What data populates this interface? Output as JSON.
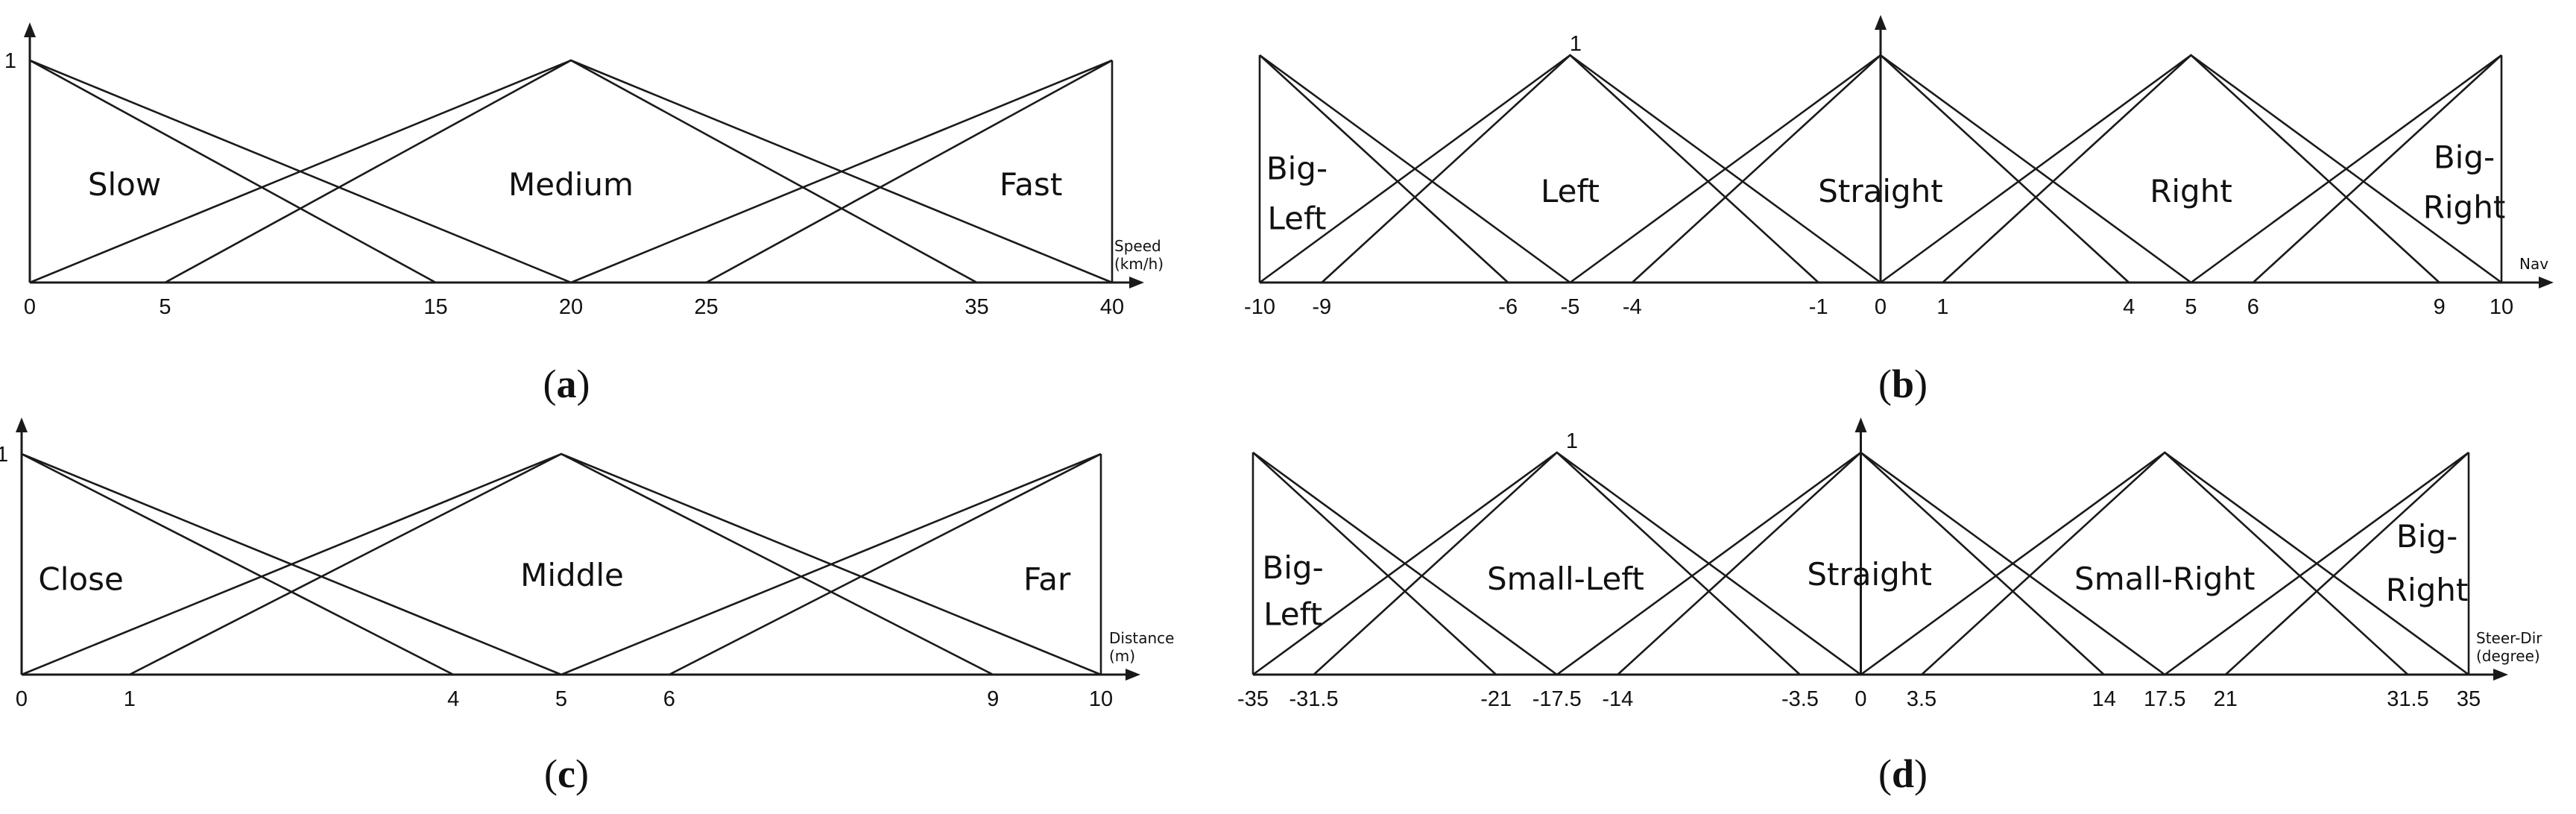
{
  "chart_data": [
    {
      "type": "line",
      "caption": "a",
      "y_tick": "1",
      "xlabel": "Speed\n(km/h)",
      "xlim": [
        0,
        40
      ],
      "x_ticks": [
        "0",
        "5",
        "15",
        "20",
        "25",
        "35",
        "40"
      ],
      "series": [
        {
          "name": "Slow",
          "points": [
            [
              0,
              1
            ],
            [
              15,
              0
            ]
          ]
        },
        {
          "name": "Slow",
          "points": [
            [
              0,
              1
            ],
            [
              20,
              0
            ]
          ]
        },
        {
          "name": "Medium",
          "points": [
            [
              0,
              0
            ],
            [
              20,
              1
            ],
            [
              35,
              0
            ]
          ]
        },
        {
          "name": "Medium",
          "points": [
            [
              5,
              0
            ],
            [
              20,
              1
            ],
            [
              40,
              0
            ]
          ]
        },
        {
          "name": "Fast",
          "points": [
            [
              20,
              0
            ],
            [
              40,
              1
            ]
          ]
        },
        {
          "name": "Fast",
          "points": [
            [
              25,
              0
            ],
            [
              40,
              1
            ]
          ]
        }
      ],
      "labels": [
        {
          "text": "Slow",
          "x": 3.5,
          "y": 0.44
        },
        {
          "text": "Medium",
          "x": 20,
          "y": 0.44
        },
        {
          "text": "Fast",
          "x": 37,
          "y": 0.44
        }
      ]
    },
    {
      "type": "line",
      "caption": "b",
      "y_tick": "1",
      "xlabel": "Nav",
      "xlim": [
        -10,
        10
      ],
      "x_ticks": [
        "-10",
        "-9",
        "-6",
        "-5",
        "-4",
        "-1",
        "0",
        "1",
        "4",
        "5",
        "6",
        "9",
        "10"
      ],
      "series": [
        {
          "name": "Big-Left",
          "points": [
            [
              -10,
              1
            ],
            [
              -6,
              0
            ]
          ]
        },
        {
          "name": "Big-Left",
          "points": [
            [
              -10,
              1
            ],
            [
              -5,
              0
            ]
          ]
        },
        {
          "name": "Left",
          "points": [
            [
              -10,
              0
            ],
            [
              -5,
              1
            ],
            [
              -1,
              0
            ]
          ]
        },
        {
          "name": "Left",
          "points": [
            [
              -9,
              0
            ],
            [
              -5,
              1
            ],
            [
              0,
              0
            ]
          ]
        },
        {
          "name": "Straight",
          "points": [
            [
              -5,
              0
            ],
            [
              0,
              1
            ],
            [
              4,
              0
            ]
          ]
        },
        {
          "name": "Straight",
          "points": [
            [
              -4,
              0
            ],
            [
              0,
              1
            ],
            [
              5,
              0
            ]
          ]
        },
        {
          "name": "Right",
          "points": [
            [
              0,
              0
            ],
            [
              5,
              1
            ],
            [
              9,
              0
            ]
          ]
        },
        {
          "name": "Right",
          "points": [
            [
              1,
              0
            ],
            [
              5,
              1
            ],
            [
              10,
              0
            ]
          ]
        },
        {
          "name": "Big-Right",
          "points": [
            [
              5,
              0
            ],
            [
              10,
              1
            ]
          ]
        },
        {
          "name": "Big-Right",
          "points": [
            [
              6,
              0
            ],
            [
              10,
              1
            ]
          ]
        }
      ],
      "labels": [
        {
          "text": "Big-",
          "x": -9.4,
          "y": 0.5
        },
        {
          "text": "Left",
          "x": -9.4,
          "y": 0.28
        },
        {
          "text": "Left",
          "x": -5,
          "y": 0.4
        },
        {
          "text": "Straight",
          "x": 0,
          "y": 0.4
        },
        {
          "text": "Right",
          "x": 5,
          "y": 0.4
        },
        {
          "text": "Big-",
          "x": 9.4,
          "y": 0.55
        },
        {
          "text": "Right",
          "x": 9.4,
          "y": 0.33
        }
      ]
    },
    {
      "type": "line",
      "caption": "c",
      "y_tick": "1",
      "xlabel": "Distance\n(m)",
      "xlim": [
        0,
        10
      ],
      "x_ticks": [
        "0",
        "1",
        "4",
        "5",
        "6",
        "9",
        "10"
      ],
      "series": [
        {
          "name": "Close",
          "points": [
            [
              0,
              1
            ],
            [
              4,
              0
            ]
          ]
        },
        {
          "name": "Close",
          "points": [
            [
              0,
              1
            ],
            [
              5,
              0
            ]
          ]
        },
        {
          "name": "Middle",
          "points": [
            [
              0,
              0
            ],
            [
              5,
              1
            ],
            [
              9,
              0
            ]
          ]
        },
        {
          "name": "Middle",
          "points": [
            [
              1,
              0
            ],
            [
              5,
              1
            ],
            [
              10,
              0
            ]
          ]
        },
        {
          "name": "Far",
          "points": [
            [
              5,
              0
            ],
            [
              10,
              1
            ]
          ]
        },
        {
          "name": "Far",
          "points": [
            [
              6,
              0
            ],
            [
              10,
              1
            ]
          ]
        }
      ],
      "labels": [
        {
          "text": "Close",
          "x": 0.55,
          "y": 0.43
        },
        {
          "text": "Middle",
          "x": 5.1,
          "y": 0.45
        },
        {
          "text": "Far",
          "x": 9.5,
          "y": 0.43
        }
      ]
    },
    {
      "type": "line",
      "caption": "d",
      "y_tick": "1",
      "xlabel": "Steer-Dir\n(degree)",
      "xlim": [
        -35,
        35
      ],
      "x_ticks": [
        "-35",
        "-31.5",
        "-21",
        "-17.5",
        "-14",
        "-3.5",
        "0",
        "3.5",
        "14",
        "17.5",
        "21",
        "31.5",
        "35"
      ],
      "series": [
        {
          "name": "Big-Left",
          "points": [
            [
              -35,
              1
            ],
            [
              -21,
              0
            ]
          ]
        },
        {
          "name": "Big-Left",
          "points": [
            [
              -35,
              1
            ],
            [
              -17.5,
              0
            ]
          ]
        },
        {
          "name": "Small-Left",
          "points": [
            [
              -35,
              0
            ],
            [
              -17.5,
              1
            ],
            [
              -3.5,
              0
            ]
          ]
        },
        {
          "name": "Small-Left",
          "points": [
            [
              -31.5,
              0
            ],
            [
              -17.5,
              1
            ],
            [
              0,
              0
            ]
          ]
        },
        {
          "name": "Straight",
          "points": [
            [
              -17.5,
              0
            ],
            [
              0,
              1
            ],
            [
              14,
              0
            ]
          ]
        },
        {
          "name": "Straight",
          "points": [
            [
              -14,
              0
            ],
            [
              0,
              1
            ],
            [
              17.5,
              0
            ]
          ]
        },
        {
          "name": "Small-Right",
          "points": [
            [
              0,
              0
            ],
            [
              17.5,
              1
            ],
            [
              31.5,
              0
            ]
          ]
        },
        {
          "name": "Small-Right",
          "points": [
            [
              3.5,
              0
            ],
            [
              17.5,
              1
            ],
            [
              35,
              0
            ]
          ]
        },
        {
          "name": "Big-Right",
          "points": [
            [
              17.5,
              0
            ],
            [
              35,
              1
            ]
          ]
        },
        {
          "name": "Big-Right",
          "points": [
            [
              21,
              0
            ],
            [
              35,
              1
            ]
          ]
        }
      ],
      "labels": [
        {
          "text": "Big-",
          "x": -32.7,
          "y": 0.48
        },
        {
          "text": "Left",
          "x": -32.7,
          "y": 0.27
        },
        {
          "text": "Small-Left",
          "x": -17,
          "y": 0.43
        },
        {
          "text": "Straight",
          "x": 0.5,
          "y": 0.45
        },
        {
          "text": "Small-Right",
          "x": 17.5,
          "y": 0.43
        },
        {
          "text": "Big-",
          "x": 32.6,
          "y": 0.62
        },
        {
          "text": "Right",
          "x": 32.6,
          "y": 0.38
        }
      ]
    }
  ]
}
